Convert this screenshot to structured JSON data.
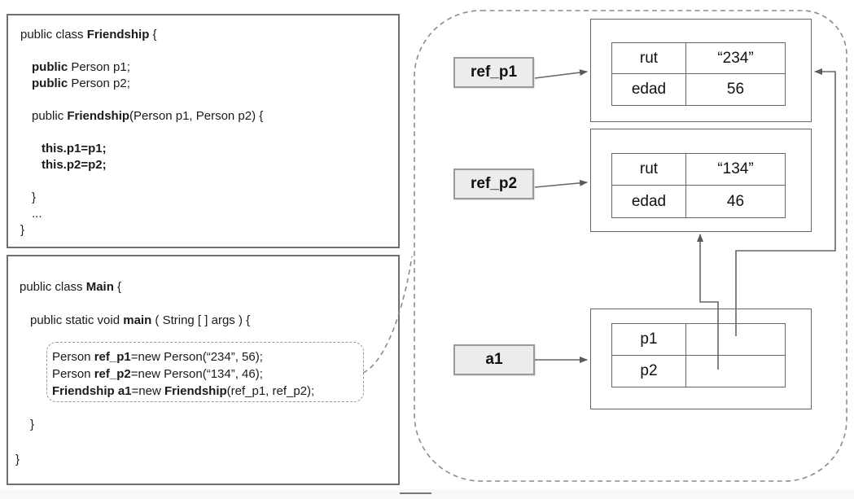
{
  "code": {
    "friendship": {
      "lines": [
        {
          "i": 0,
          "s": [
            [
              "public class ",
              0
            ],
            [
              "Friendship",
              1
            ],
            [
              " {",
              0
            ]
          ]
        },
        {
          "i": 0,
          "s": []
        },
        {
          "i": 1,
          "s": [
            [
              "public",
              1
            ],
            [
              " Person p1;",
              0
            ]
          ]
        },
        {
          "i": 1,
          "s": [
            [
              "public",
              1
            ],
            [
              " Person p2;",
              0
            ]
          ]
        },
        {
          "i": 0,
          "s": []
        },
        {
          "i": 1,
          "s": [
            [
              "public ",
              0
            ],
            [
              "Friendship",
              1
            ],
            [
              "(Person p1, Person p2) {",
              0
            ]
          ]
        },
        {
          "i": 0,
          "s": []
        },
        {
          "i": 2,
          "s": [
            [
              "this.p1=p1;",
              1
            ]
          ]
        },
        {
          "i": 2,
          "s": [
            [
              "this.p2=p2;",
              1
            ]
          ]
        },
        {
          "i": 0,
          "s": []
        },
        {
          "i": 1,
          "s": [
            [
              "}",
              0
            ]
          ]
        },
        {
          "i": 1,
          "s": [
            [
              "...",
              0
            ]
          ]
        },
        {
          "i": 0,
          "s": [
            [
              "}",
              0
            ]
          ]
        }
      ]
    },
    "main": {
      "class_line": [
        [
          "public class ",
          0
        ],
        [
          "Main",
          1
        ],
        [
          " {",
          0
        ]
      ],
      "method_line": [
        [
          "public static void ",
          0
        ],
        [
          "main",
          1
        ],
        [
          " ( String [ ] args ) {",
          0
        ]
      ],
      "statements": [
        {
          "i": 0,
          "s": [
            [
              "Person ",
              0
            ],
            [
              "ref_p1",
              1
            ],
            [
              "=new Person(“234”, 56);",
              0
            ]
          ]
        },
        {
          "i": 0,
          "s": [
            [
              "Person ",
              0
            ],
            [
              "ref_p2",
              1
            ],
            [
              "=new Person(“134”, 46);",
              0
            ]
          ]
        },
        {
          "i": 0,
          "s": [
            [
              "Friendship a1",
              1
            ],
            [
              "=new ",
              0
            ],
            [
              "Friendship",
              1
            ],
            [
              "(ref_p1, ref_p2);",
              0
            ]
          ]
        }
      ],
      "close_inner": "}",
      "close_outer": "}"
    }
  },
  "diagram": {
    "references": [
      {
        "label": "ref_p1"
      },
      {
        "label": "ref_p2"
      },
      {
        "label": "a1"
      }
    ],
    "objects": [
      {
        "rows": [
          [
            "rut",
            "“234”"
          ],
          [
            "edad",
            "56"
          ]
        ]
      },
      {
        "rows": [
          [
            "rut",
            "“134”"
          ],
          [
            "edad",
            "46"
          ]
        ]
      },
      {
        "rows": [
          [
            "p1",
            ""
          ],
          [
            "p2",
            ""
          ]
        ]
      }
    ],
    "colors": {
      "label_fill": "#ececec",
      "label_border": "#9a9a9a",
      "box_border": "#666666",
      "connector": "#666666",
      "dashed_outline": "#8c8c8c"
    }
  }
}
